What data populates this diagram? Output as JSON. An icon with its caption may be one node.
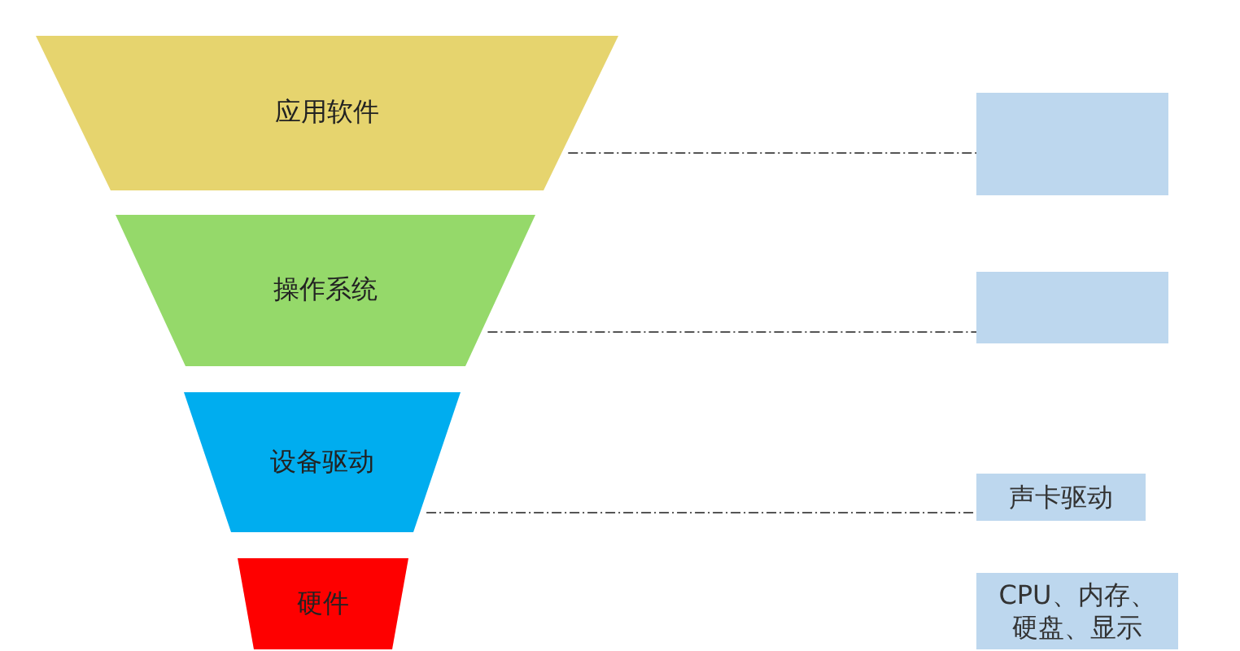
{
  "diagram": {
    "nodes": [
      {
        "text": [
          "应用软件"
        ]
      },
      {
        "text": [
          "操作系统"
        ]
      },
      {
        "text": [
          "设备驱动"
        ]
      },
      {
        "text": [
          "硬件"
        ]
      },
      {
        "text": [],
        "shape": "box"
      },
      {
        "text": [],
        "shape": "box"
      },
      {
        "text": [
          "声卡驱动"
        ]
      },
      {
        "text": [
          "CPU、内存、硬盘、显示"
        ]
      }
    ],
    "edges": [
      {
        "from": 0,
        "to": 4,
        "arrow": "none",
        "style": "dashed"
      },
      {
        "from": 1,
        "to": 5,
        "arrow": "none",
        "style": "dashed"
      },
      {
        "from": 2,
        "to": 6,
        "arrow": "none",
        "style": "dashed"
      }
    ]
  }
}
